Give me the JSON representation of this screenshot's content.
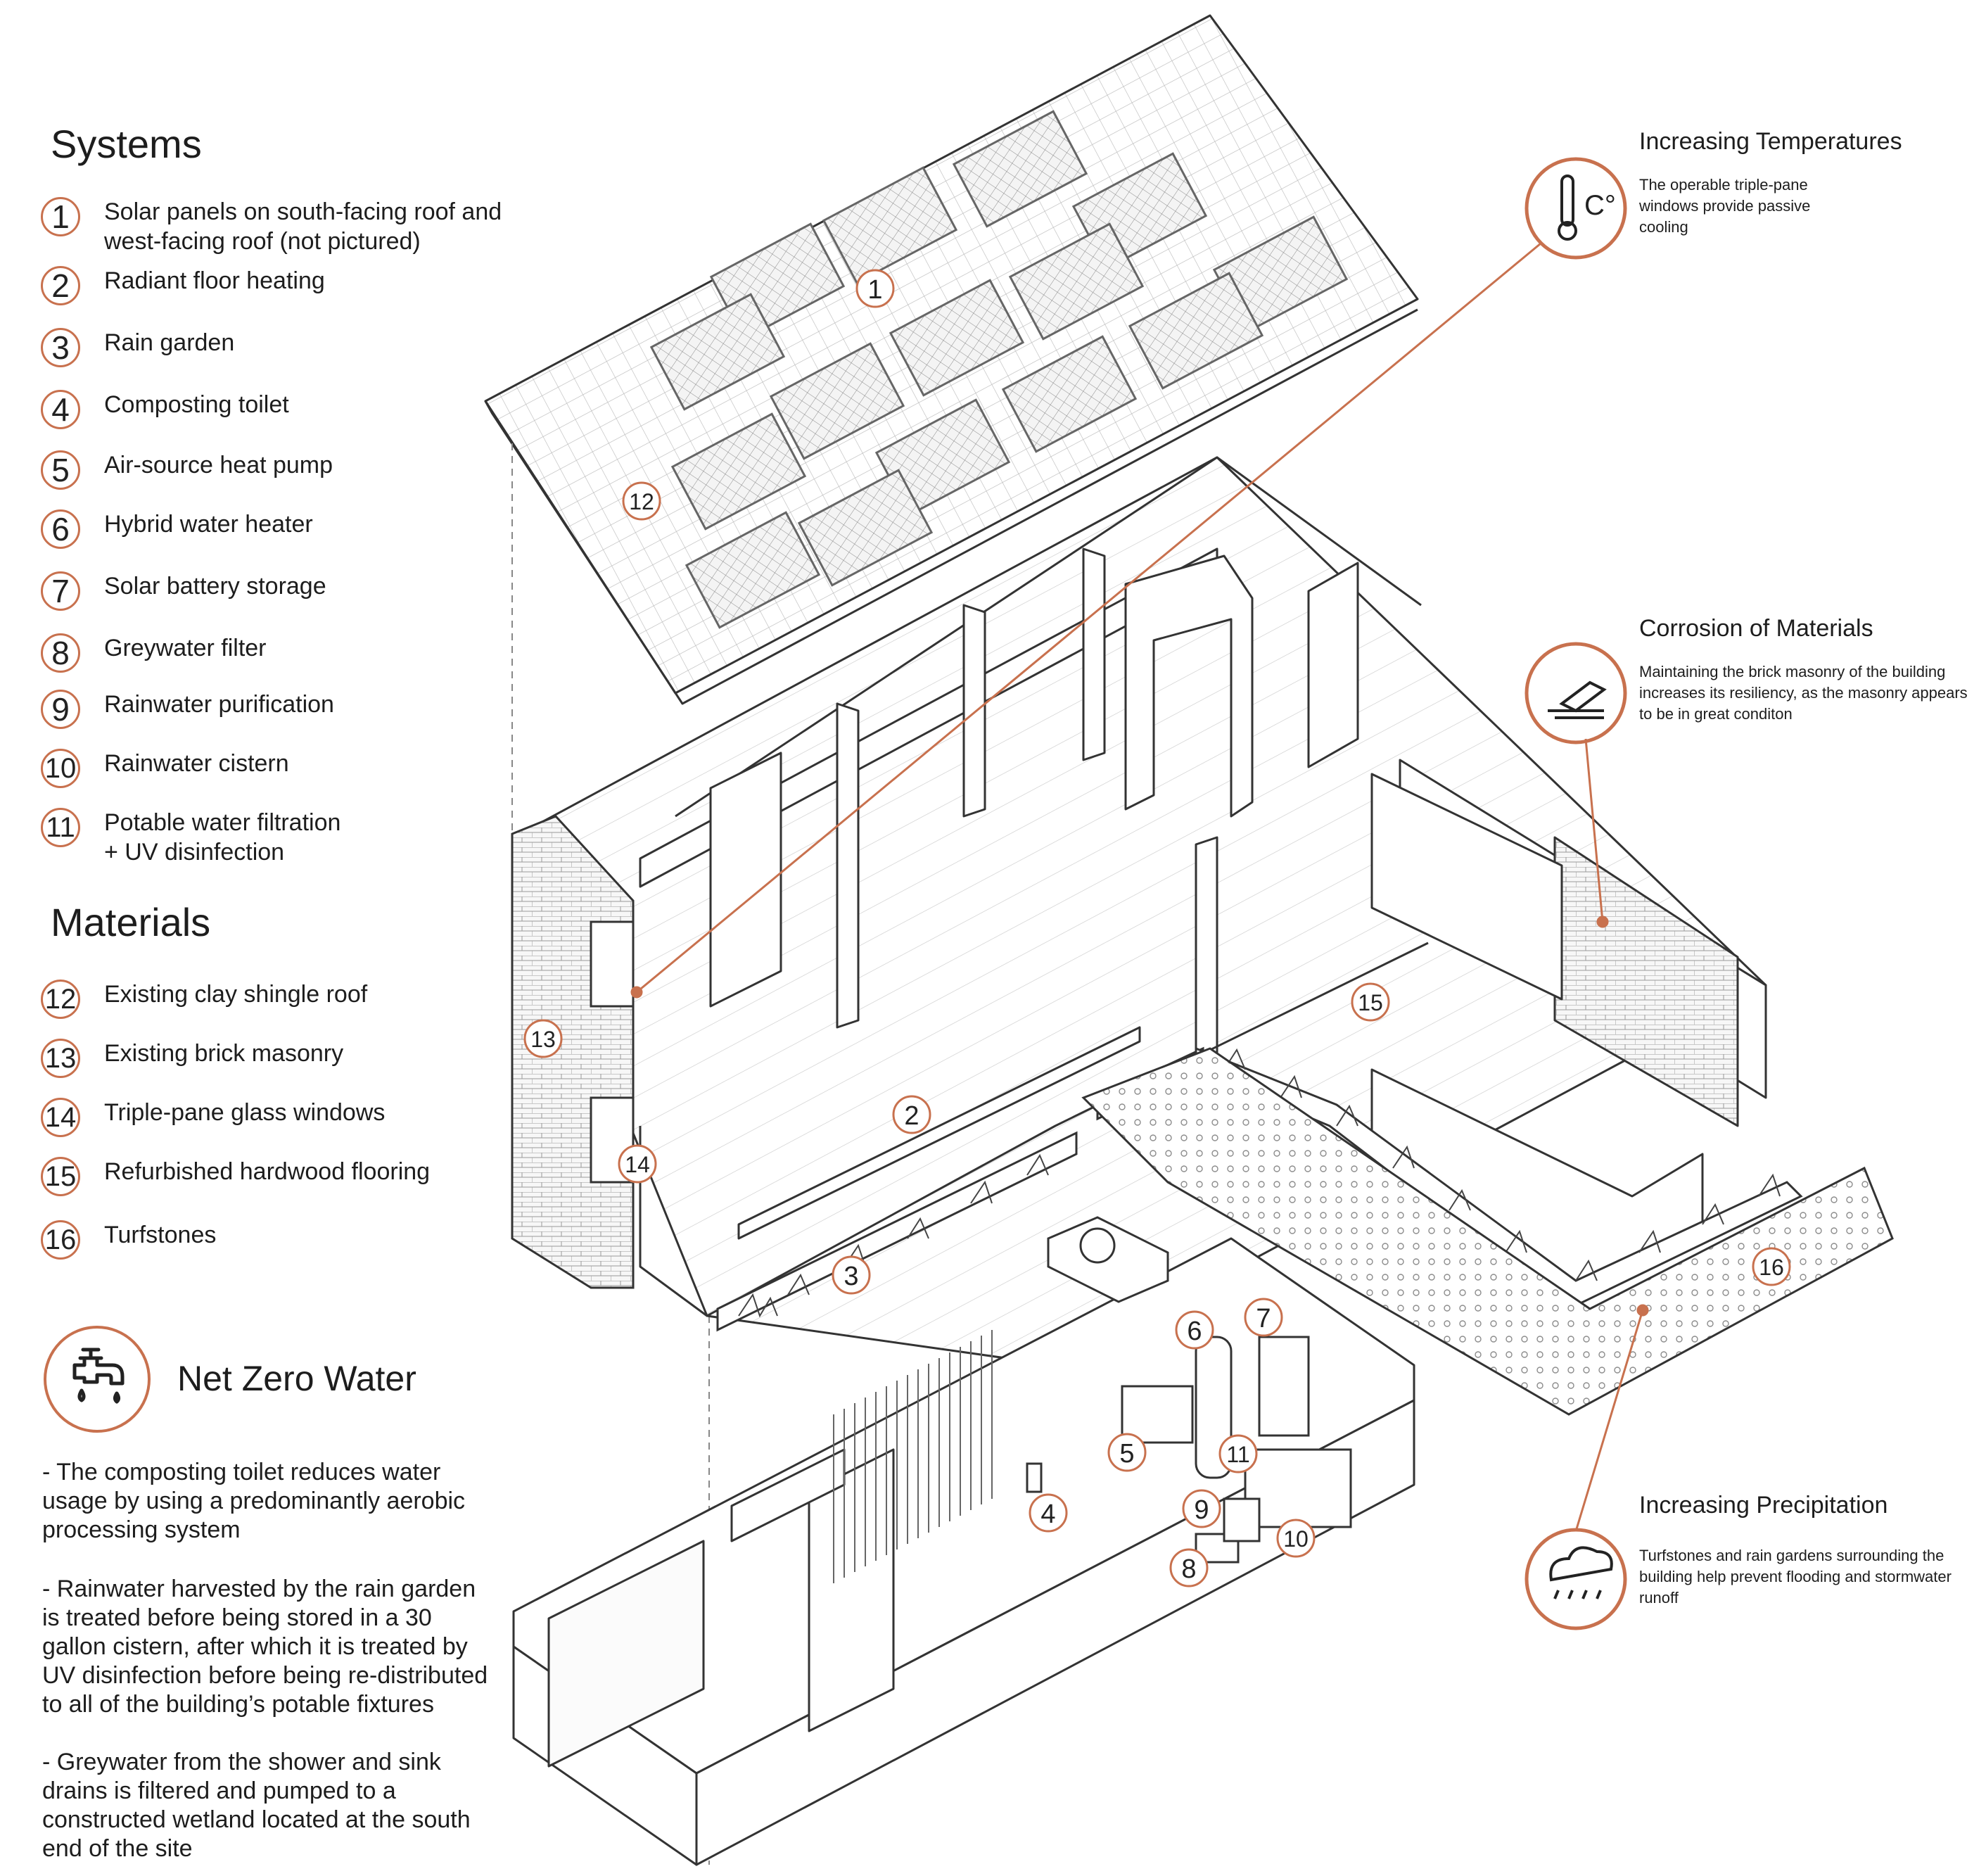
{
  "legend": {
    "systems_title": "Systems",
    "materials_title": "Materials",
    "systems": [
      {
        "num": "1",
        "label": "Solar panels on south-facing roof and\nwest-facing roof (not pictured)"
      },
      {
        "num": "2",
        "label": "Radiant floor heating"
      },
      {
        "num": "3",
        "label": "Rain garden"
      },
      {
        "num": "4",
        "label": "Composting toilet"
      },
      {
        "num": "5",
        "label": "Air-source heat pump"
      },
      {
        "num": "6",
        "label": "Hybrid water heater"
      },
      {
        "num": "7",
        "label": "Solar battery storage"
      },
      {
        "num": "8",
        "label": "Greywater filter"
      },
      {
        "num": "9",
        "label": "Rainwater purification"
      },
      {
        "num": "10",
        "label": "Rainwater cistern"
      },
      {
        "num": "11",
        "label": "Potable water filtration\n+ UV disinfection"
      }
    ],
    "materials": [
      {
        "num": "12",
        "label": "Existing clay shingle roof"
      },
      {
        "num": "13",
        "label": "Existing brick masonry"
      },
      {
        "num": "14",
        "label": "Triple-pane glass windows"
      },
      {
        "num": "15",
        "label": "Refurbished hardwood flooring"
      },
      {
        "num": "16",
        "label": "Turfstones"
      }
    ]
  },
  "net_zero": {
    "title": "Net Zero Water",
    "icon": "faucet-icon",
    "paragraphs": [
      "- The composting toilet reduces water usage by using a predominantly aerobic processing system",
      "- Rainwater harvested by the rain garden is treated before being stored in a 30 gallon cistern, after which it is treated by UV disinfection before being re-distributed to all of the building’s potable fixtures",
      "- Greywater from the shower and sink drains is filtered and pumped to a constructed wetland located at the south end of the site"
    ]
  },
  "callouts": [
    {
      "title": "Increasing Temperatures",
      "text": "The operable triple-pane windows provide passive cooling",
      "icon": "thermometer-icon"
    },
    {
      "title": "Corrosion of Materials",
      "text": "Maintaining the brick masonry of the building increases its resiliency, as the masonry appears to be in great conditon",
      "icon": "corrosion-icon"
    },
    {
      "title": "Increasing Precipitation",
      "text": "Turfstones and rain gardens surrounding  the building help prevent flooding and stormwater runoff",
      "icon": "rain-cloud-icon"
    }
  ],
  "diagram_labels": {
    "n1": "1",
    "n2": "2",
    "n3": "3",
    "n4": "4",
    "n5": "5",
    "n6": "6",
    "n7": "7",
    "n8": "8",
    "n9": "9",
    "n10": "10",
    "n11": "11",
    "n12": "12",
    "n13": "13",
    "n14": "14",
    "n15": "15",
    "n16": "16"
  },
  "colors": {
    "accent": "#c8714e",
    "line": "#333333",
    "text": "#1d1d1d"
  }
}
